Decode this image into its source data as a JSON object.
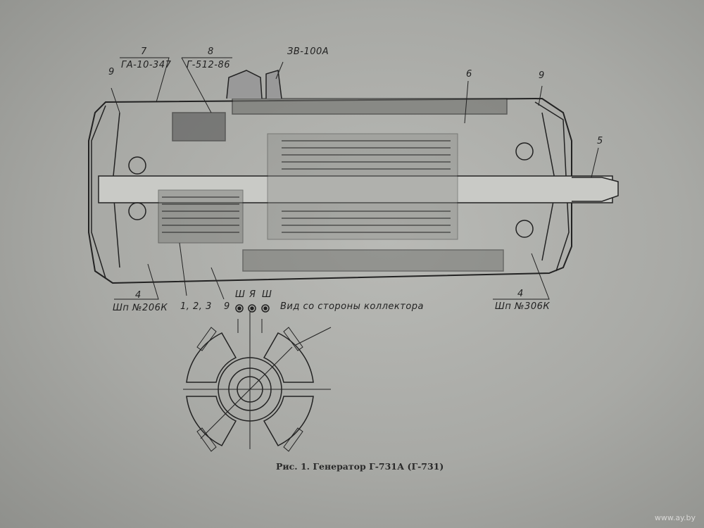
{
  "labels": {
    "left_9": "9",
    "item7_num": "7",
    "item7_code": "ГА-10-347",
    "item8_num": "8",
    "item8_code": "Г-512-86",
    "zv": "ЗВ-100А",
    "item6": "6",
    "right_9": "9",
    "item5": "5",
    "left4_num": "4",
    "left4_code": "Шп №206К",
    "items123": "1, 2, 3",
    "bottom_9": "9",
    "terminal_sh1": "Ш",
    "terminal_ya": "Я",
    "terminal_sh2": "Ш",
    "view_label": "Вид со стороны коллектора",
    "right4_num": "4",
    "right4_code": "Шп №306К"
  },
  "caption": "Рис. 1. Генератор Г-731А (Г-731)",
  "watermark": "www.ay.by"
}
